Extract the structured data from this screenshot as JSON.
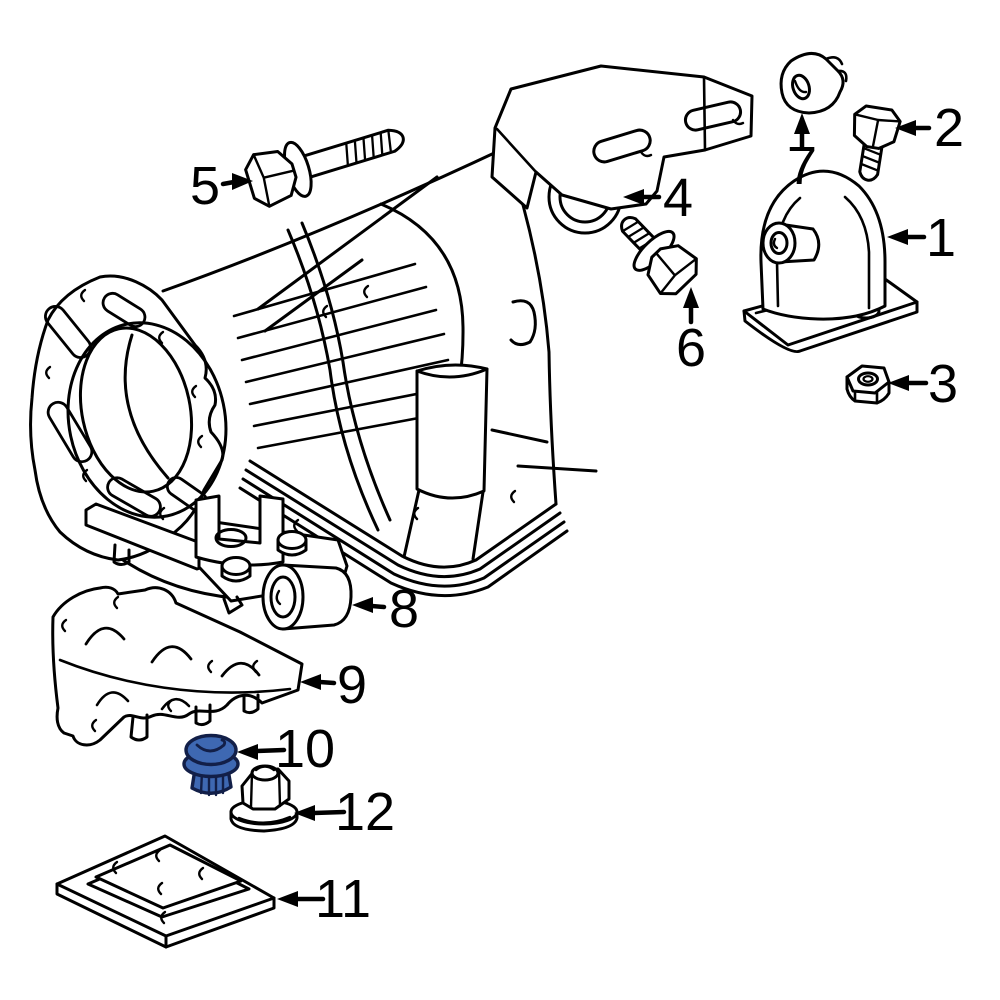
{
  "diagram": {
    "background": "#ffffff",
    "line_color": "#000000",
    "arrow_color": "#000000",
    "label_color": "#000000",
    "highlighted_part": {
      "number": "10",
      "fill": "#3e68b2",
      "stroke": "#121f48"
    }
  },
  "callouts": [
    {
      "number": "1"
    },
    {
      "number": "2"
    },
    {
      "number": "3"
    },
    {
      "number": "4"
    },
    {
      "number": "5"
    },
    {
      "number": "6"
    },
    {
      "number": "7"
    },
    {
      "number": "8"
    },
    {
      "number": "9"
    },
    {
      "number": "10"
    },
    {
      "number": "11"
    },
    {
      "number": "12"
    }
  ]
}
